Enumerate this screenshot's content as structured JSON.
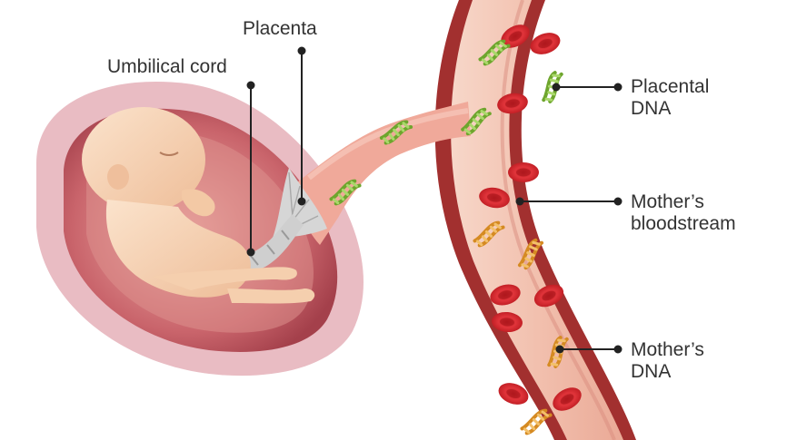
{
  "labels": {
    "placenta": "Placenta",
    "umbilical_cord": "Umbilical cord",
    "placental_dna": [
      "Placental",
      "DNA"
    ],
    "mothers_bloodstream": [
      "Mother’s",
      "bloodstream"
    ],
    "mothers_dna": [
      "Mother’s",
      "DNA"
    ]
  },
  "colors": {
    "uterus_outer": "#e8b9c0",
    "uterus_inner": "#b24a55",
    "amniotic": "#d98a8c",
    "vessel_wall": "#9b2b2c",
    "vessel_inner": "#f1c2b3",
    "red_cell": "#d3252a",
    "placental_dna": "#8dc43f",
    "mothers_dna": "#e7a23a",
    "skin": "#f6d3b5",
    "cord": "#c8c8c8"
  },
  "icons": [
    "red-blood-cell-icon",
    "dna-helix-icon"
  ]
}
